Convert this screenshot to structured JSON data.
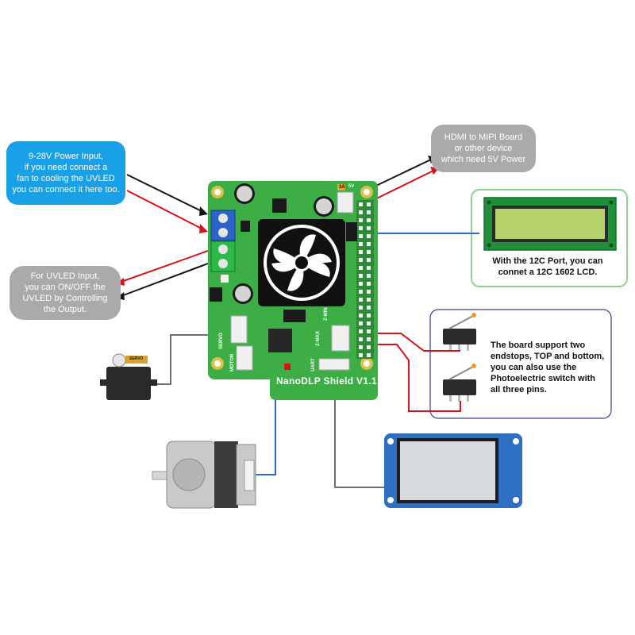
{
  "callouts": {
    "power_input": [
      "9-28V Power Input,",
      "if you need connect a",
      "fan to cooling the UVLED",
      "you can connect it here too."
    ],
    "uvled_input": [
      "For UVLED Input,",
      "you can ON/OFF the",
      "UVLED by Controlling",
      "the Output."
    ],
    "hdmi_mipi": [
      "HDMI to MIPI Board",
      "or other device",
      "which need 5V Power"
    ],
    "lcd": [
      "With the 12C Port, you can",
      "connet a 12C 1602 LCD."
    ],
    "endstops": [
      "The board support two",
      "endstops, TOP and bottom,",
      "you can also use the",
      "Photoelectric switch with",
      "all three pins."
    ]
  },
  "board": {
    "title": "NanoDLP Shield V1.1",
    "labels": {
      "servo_key": "SERVO",
      "motor": "MOTOR",
      "uart": "UART",
      "zmax": "Z-MAX",
      "zmin": "Z-MIN",
      "five_v": "5V",
      "three_a": "3A"
    }
  },
  "servo_brand": "SERVO",
  "colors": {
    "board_green": "#3cae45",
    "wire_red": "#d8121a",
    "wire_black": "#151515",
    "wire_blue": "#2a6fc0",
    "wire_gray": "#707070",
    "bubble_blue": "#1aa0e6",
    "bubble_gray": "#a9aaab",
    "lcd_green": "#b6d36b",
    "lcd_frame": "#8fd18c",
    "panel_border": "#3a3f8f"
  }
}
